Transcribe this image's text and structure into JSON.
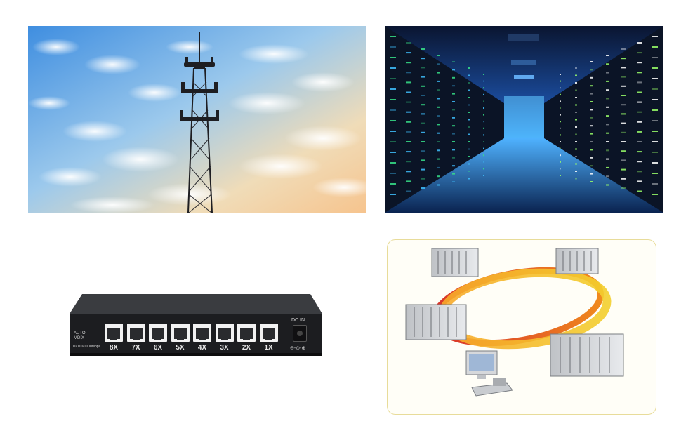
{
  "switch": {
    "ports": [
      "8X",
      "7X",
      "6X",
      "5X",
      "4X",
      "3X",
      "2X",
      "1X"
    ],
    "auto_label": "AUTO",
    "mdix_label": "MDIX",
    "speed_label": "10/100/1000Mbps",
    "power_label": "DC IN"
  }
}
